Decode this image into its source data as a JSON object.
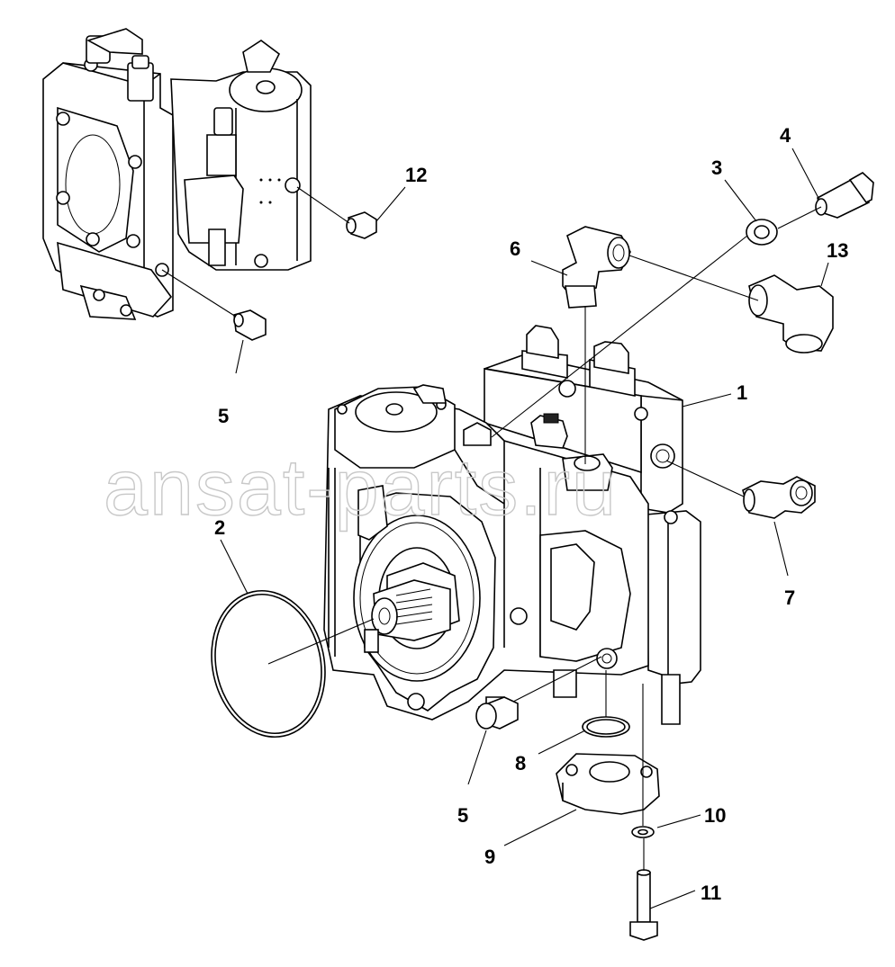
{
  "watermark": "ansat-parts.ru",
  "corner_mark": "",
  "callouts": [
    {
      "id": "c1",
      "label": "1"
    },
    {
      "id": "c2",
      "label": "2"
    },
    {
      "id": "c3",
      "label": "3"
    },
    {
      "id": "c4",
      "label": "4"
    },
    {
      "id": "c5a",
      "label": "5"
    },
    {
      "id": "c5b",
      "label": "5"
    },
    {
      "id": "c6",
      "label": "6"
    },
    {
      "id": "c7",
      "label": "7"
    },
    {
      "id": "c8",
      "label": "8"
    },
    {
      "id": "c9",
      "label": "9"
    },
    {
      "id": "c10",
      "label": "10"
    },
    {
      "id": "c11",
      "label": "11"
    },
    {
      "id": "c12",
      "label": "12"
    },
    {
      "id": "c13",
      "label": "13"
    }
  ]
}
